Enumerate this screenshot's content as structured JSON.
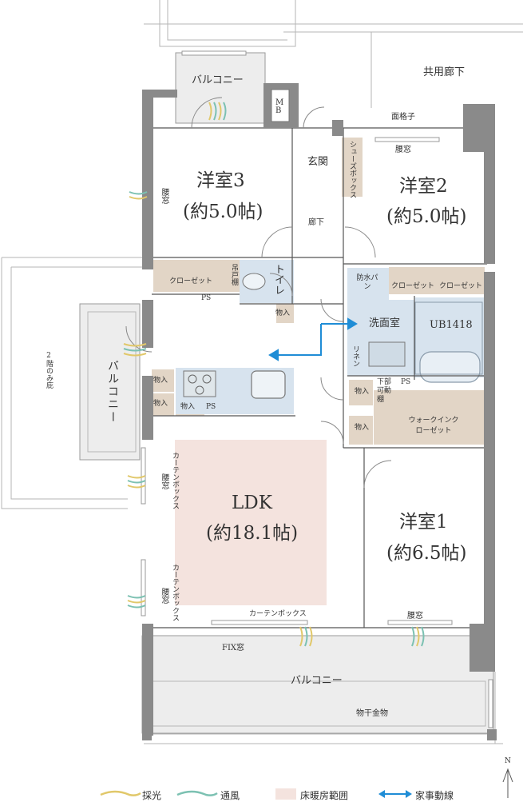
{
  "colors": {
    "wall": "#8a8a8a",
    "storage": "#e2d5c6",
    "wet_area": "#d7e3ee",
    "floor_heating": "#f4e3de",
    "balcony": "#ededed",
    "arrow": "#1f8dd6",
    "light_swash": "#e1c86a",
    "wind_swash": "#7cc1b2"
  },
  "rooms": {
    "western3": {
      "name": "洋室3",
      "size": "(約5.0帖)"
    },
    "western2": {
      "name": "洋室2",
      "size": "(約5.0帖)"
    },
    "western1": {
      "name": "洋室1",
      "size": "(約6.5帖)"
    },
    "ldk": {
      "name": "LDK",
      "size": "(約18.1帖)"
    }
  },
  "labels": {
    "balcony_top": "バルコニー",
    "balcony_left": "バルコニー",
    "balcony_bottom": "バルコニー",
    "common_corridor": "共用廊下",
    "mb": "M B",
    "grille": "面格子",
    "waist_window_top": "腰窓",
    "waist_window_left": "腰窓",
    "waist_window_ldk1": "腰窓",
    "waist_window_ldk2": "腰窓",
    "waist_window_bottom": "腰窓",
    "entrance": "玄関",
    "shoe_box": "シューズボックス",
    "hallway": "廊下",
    "closet3": "クローゼット",
    "hanging_shelf": "吊戸棚",
    "toilet": "トイレ",
    "ps1": "PS",
    "ps2": "PS",
    "ps3": "PS",
    "storage_toilet": "物入",
    "storage_k1": "物入",
    "storage_k2": "物入",
    "storage_k3": "物入",
    "storage_w1": "物入",
    "storage_w2": "物入",
    "waterproof_pan": "防水パン",
    "closet2a": "クローゼット",
    "closet2b": "クローゼット",
    "washroom": "洗面室",
    "ub": "UB1418",
    "linen": "リネン",
    "lower_shelf": "下部可動棚",
    "wic": "ウォークインクローゼット",
    "curtain_box_v1": "カーテンボックス",
    "curtain_box_v2": "カーテンボックス",
    "curtain_box_h": "カーテンボックス",
    "fix_window": "FIX窓",
    "drying": "物干金物",
    "eaves": "2階のみ庇",
    "north": "N"
  },
  "legend": {
    "light": "採光",
    "wind": "通風",
    "heating": "床暖房範囲",
    "route": "家事動線"
  }
}
